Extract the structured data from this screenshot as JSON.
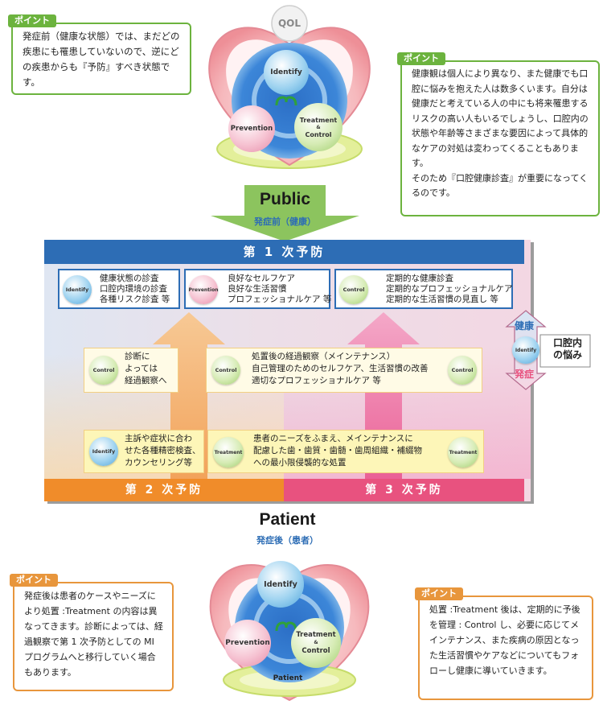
{
  "top_cycle": {
    "qol": "QOL",
    "identify": "Identify",
    "prevention": "Prevention",
    "treatment": "Treatment",
    "and_sign": "&",
    "control": "Control"
  },
  "point_label": "ポイント",
  "points": {
    "top_left": "発症前（健康な状態）では、まだどの疾患にも罹患していないので、逆にどの疾患からも『予防』すべき状態です。",
    "top_right": [
      "健康観は個人により異なり、また健康でも口腔に悩みを抱えた人は数多くいます。自分は健康だと考えている人の中にも将来罹患するリスクの高い人もいるでしょうし、口腔内の状態や年齢等さまざまな要因によって具体的なケアの対処は変わってくることもあります。",
      "そのため『口腔健康診査』が重要になってくるのです。"
    ],
    "bottom_left": "発症後は患者のケースやニーズにより処置 :Treatment の内容は異なってきます。診断によっては、経過観察で第 1 次予防としての MI プログラムへと移行していく場合もあります。",
    "bottom_right": "処置 :Treatment 後は、定期的に予後を管理 : Control し、必要に応じてメインテナンス、また疾病の原因となった生活習慣やケアなどについてもフォローし健康に導いていきます。"
  },
  "public": {
    "title": "Public",
    "subtitle": "発症前（健康）"
  },
  "primary_band": "第 1 次予防",
  "row1": {
    "identify": {
      "badge": "Identify",
      "lines": [
        "健康状態の診査",
        "口腔内環境の診査",
        "各種リスク診査 等"
      ]
    },
    "prevention": {
      "badge": "Prevention",
      "lines": [
        "良好なセルフケア",
        "良好な生活習慣",
        "プロフェッショナルケア 等"
      ]
    },
    "control": {
      "badge": "Control",
      "lines": [
        "定期的な健康診査",
        "定期的なプロフェッショナルケア",
        "定期的な生活習慣の見直し 等"
      ]
    }
  },
  "row2": {
    "left": {
      "badge": "Control",
      "lines": [
        "診断に",
        "よっては",
        "経過観察へ"
      ]
    },
    "right": {
      "badge_left": "Control",
      "badge_right": "Control",
      "lines": [
        "処置後の経過観察（メインテナンス）",
        "自己管理のためのセルフケア、生活習慣の改善",
        "適切なプロフェッショナルケア 等"
      ]
    }
  },
  "row3": {
    "left": {
      "badge": "Identify",
      "lines": [
        "主訴や症状に合わ",
        "せた各種精密検査、",
        "カウンセリング等"
      ]
    },
    "right": {
      "badge_left": "Treatment",
      "badge_right": "Treatment",
      "lines": [
        "患者のニーズをふまえ、メインテナンスに",
        "配慮した歯・歯質・歯髄・歯周組織・補綴物",
        "への最小限侵襲的な処置"
      ]
    }
  },
  "secondary_band": "第 2 次予防",
  "tertiary_band": "第 3 次予防",
  "side": {
    "health": "健康",
    "onset": "発症",
    "badge": "Identify",
    "label_lines": [
      "口腔内",
      "の悩み"
    ]
  },
  "patient": {
    "title": "Patient",
    "subtitle": "発症後（患者）"
  },
  "bottom_cycle": {
    "identify": "Identify",
    "prevention": "Prevention",
    "treatment": "Treatment",
    "and_sign": "&",
    "control": "Control",
    "patient": "Patient"
  },
  "colors": {
    "primary_blue": "#2d6db5",
    "secondary_orange": "#f08c2a",
    "tertiary_pink": "#e8527f",
    "point_green": "#6cb33e",
    "point_orange": "#e8963c"
  }
}
